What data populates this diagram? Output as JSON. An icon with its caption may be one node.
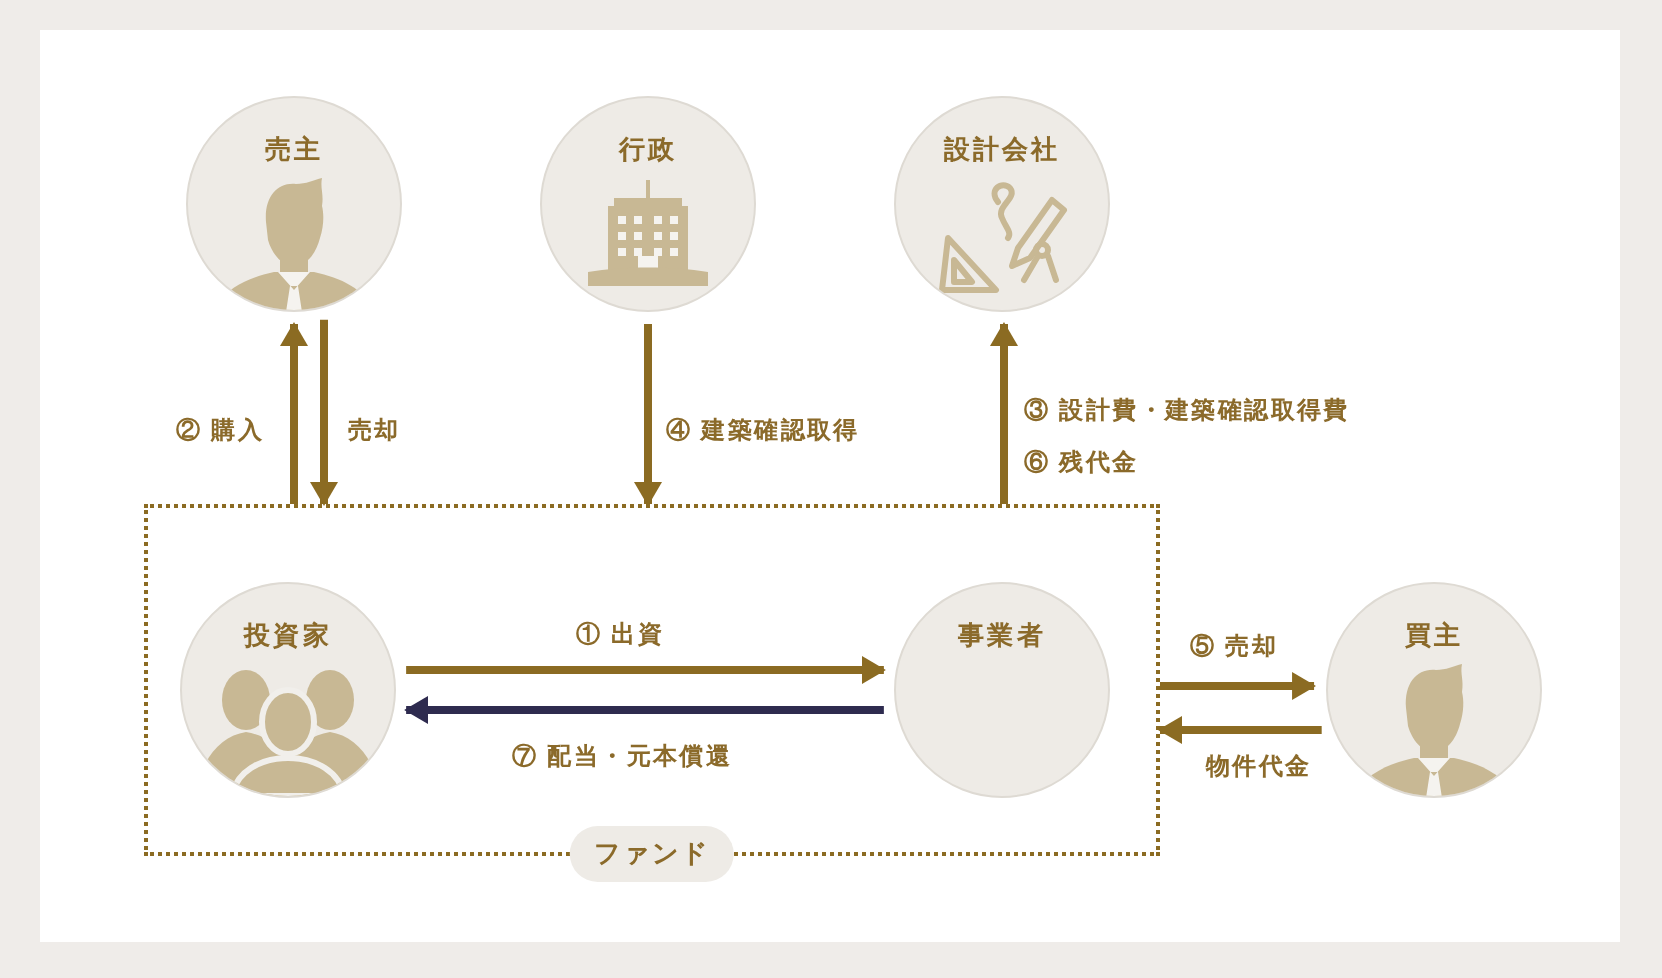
{
  "diagram": {
    "nodes": [
      {
        "text": [
          "売主"
        ]
      },
      {
        "text": [
          "行政"
        ]
      },
      {
        "text": [
          "設計会社"
        ]
      },
      {
        "text": [
          "ファンド"
        ]
      },
      {
        "text": [
          "投資家"
        ],
        "in": 3
      },
      {
        "text": [
          "事業者"
        ],
        "in": 3
      },
      {
        "text": [
          "買主"
        ]
      }
    ],
    "edges": [
      {
        "from": 3,
        "to": 0,
        "arrow": "to",
        "label": "② 購入"
      },
      {
        "from": 0,
        "to": 3,
        "arrow": "to",
        "label": "売却"
      },
      {
        "from": 1,
        "to": 3,
        "arrow": "to",
        "label": "④ 建築確認取得"
      },
      {
        "from": 3,
        "to": 2,
        "arrow": "to",
        "label": "③ 設計費・建築確認取得費"
      },
      {
        "from": 4,
        "to": 5,
        "arrow": "to",
        "label": "① 出資"
      },
      {
        "from": 5,
        "to": 4,
        "arrow": "to",
        "label": "⑦ 配当・元本償還",
        "color": "#2e2b4f"
      },
      {
        "from": 3,
        "to": 6,
        "arrow": "to",
        "label": "⑤ 売却"
      },
      {
        "from": 6,
        "to": 3,
        "arrow": "to",
        "label": "物件代金"
      }
    ],
    "labels": [
      "⑥ 残代金"
    ]
  }
}
